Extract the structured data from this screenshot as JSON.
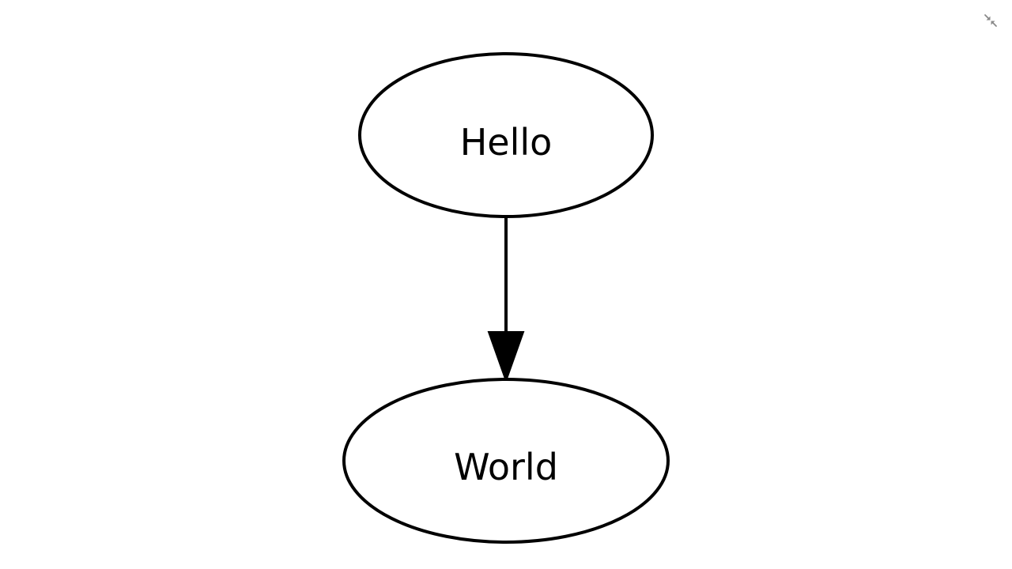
{
  "diagram": {
    "nodes": [
      {
        "id": "hello",
        "label": "Hello"
      },
      {
        "id": "world",
        "label": "World"
      }
    ],
    "edges": [
      {
        "from": "hello",
        "to": "world"
      }
    ]
  },
  "controls": {
    "exit_fullscreen_icon": "collapse-arrows-icon"
  },
  "colors": {
    "stroke": "#000000",
    "background": "#ffffff",
    "control_icon": "#8a8a8a"
  }
}
